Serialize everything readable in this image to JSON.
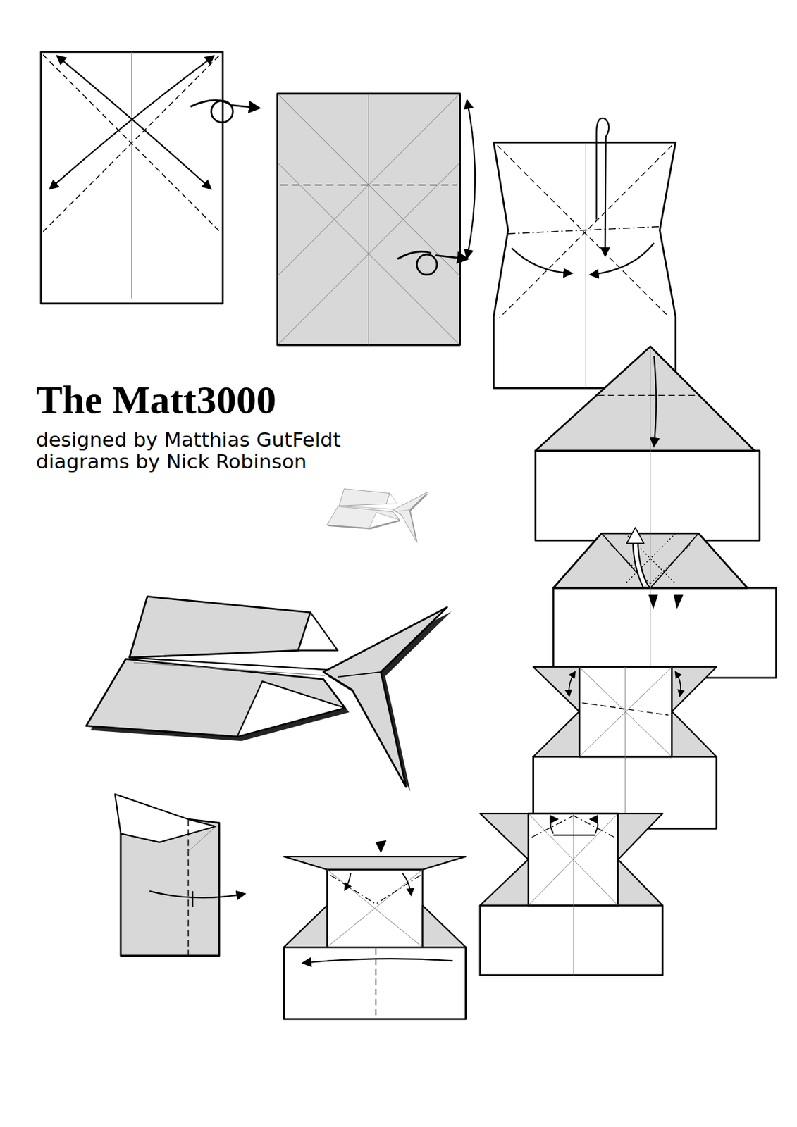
{
  "diagram": {
    "title": "The Matt3000",
    "labels": [
      "designed by Matthias GutFeldt",
      "diagrams by Nick Robinson"
    ]
  }
}
